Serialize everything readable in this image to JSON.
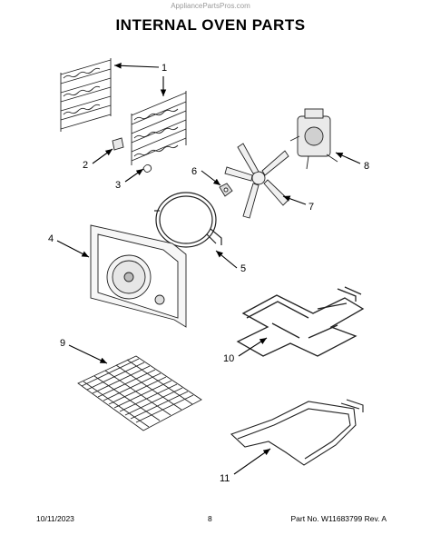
{
  "watermark": "AppliancePartsPros.com",
  "title": "INTERNAL OVEN PARTS",
  "callouts": [
    {
      "id": "1",
      "label": "1"
    },
    {
      "id": "2",
      "label": "2"
    },
    {
      "id": "3",
      "label": "3"
    },
    {
      "id": "4",
      "label": "4"
    },
    {
      "id": "5",
      "label": "5"
    },
    {
      "id": "6",
      "label": "6"
    },
    {
      "id": "7",
      "label": "7"
    },
    {
      "id": "8",
      "label": "8"
    },
    {
      "id": "9",
      "label": "9"
    },
    {
      "id": "10",
      "label": "10"
    },
    {
      "id": "11",
      "label": "11"
    }
  ],
  "footer": {
    "date": "10/11/2023",
    "page": "8",
    "part_no": "Part No.  W11683799  Rev. A"
  }
}
